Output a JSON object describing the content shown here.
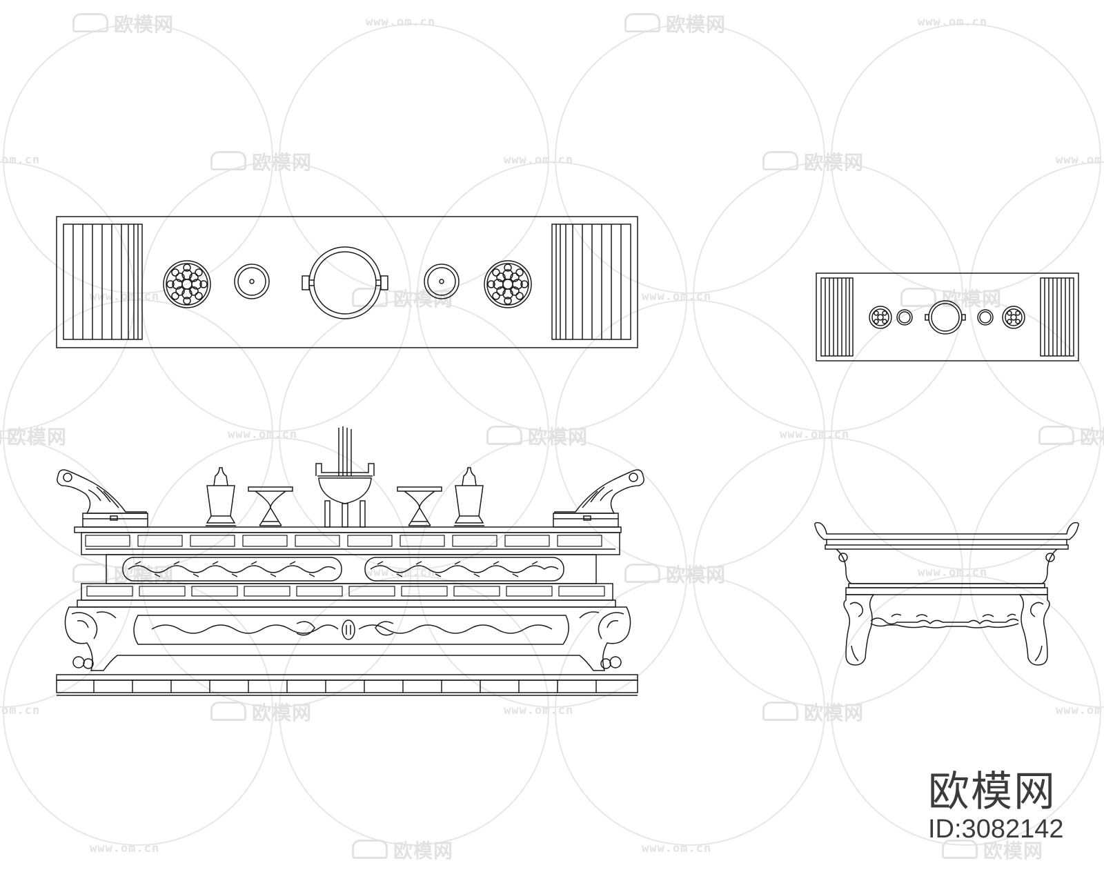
{
  "brand": {
    "title": "欧模网",
    "id_text": "ID:3082142"
  },
  "watermarks": {
    "cn_text": "欧模网",
    "url_text": "www.om.cn",
    "url_partial": "om.cn"
  },
  "colors": {
    "line": "#1a1a1a",
    "watermark": "#e2e2e2",
    "background": "#ffffff"
  },
  "views": [
    {
      "name": "altar-top-plan"
    },
    {
      "name": "altar-front-elevation"
    },
    {
      "name": "altar-side-plan"
    },
    {
      "name": "altar-side-elevation"
    }
  ]
}
